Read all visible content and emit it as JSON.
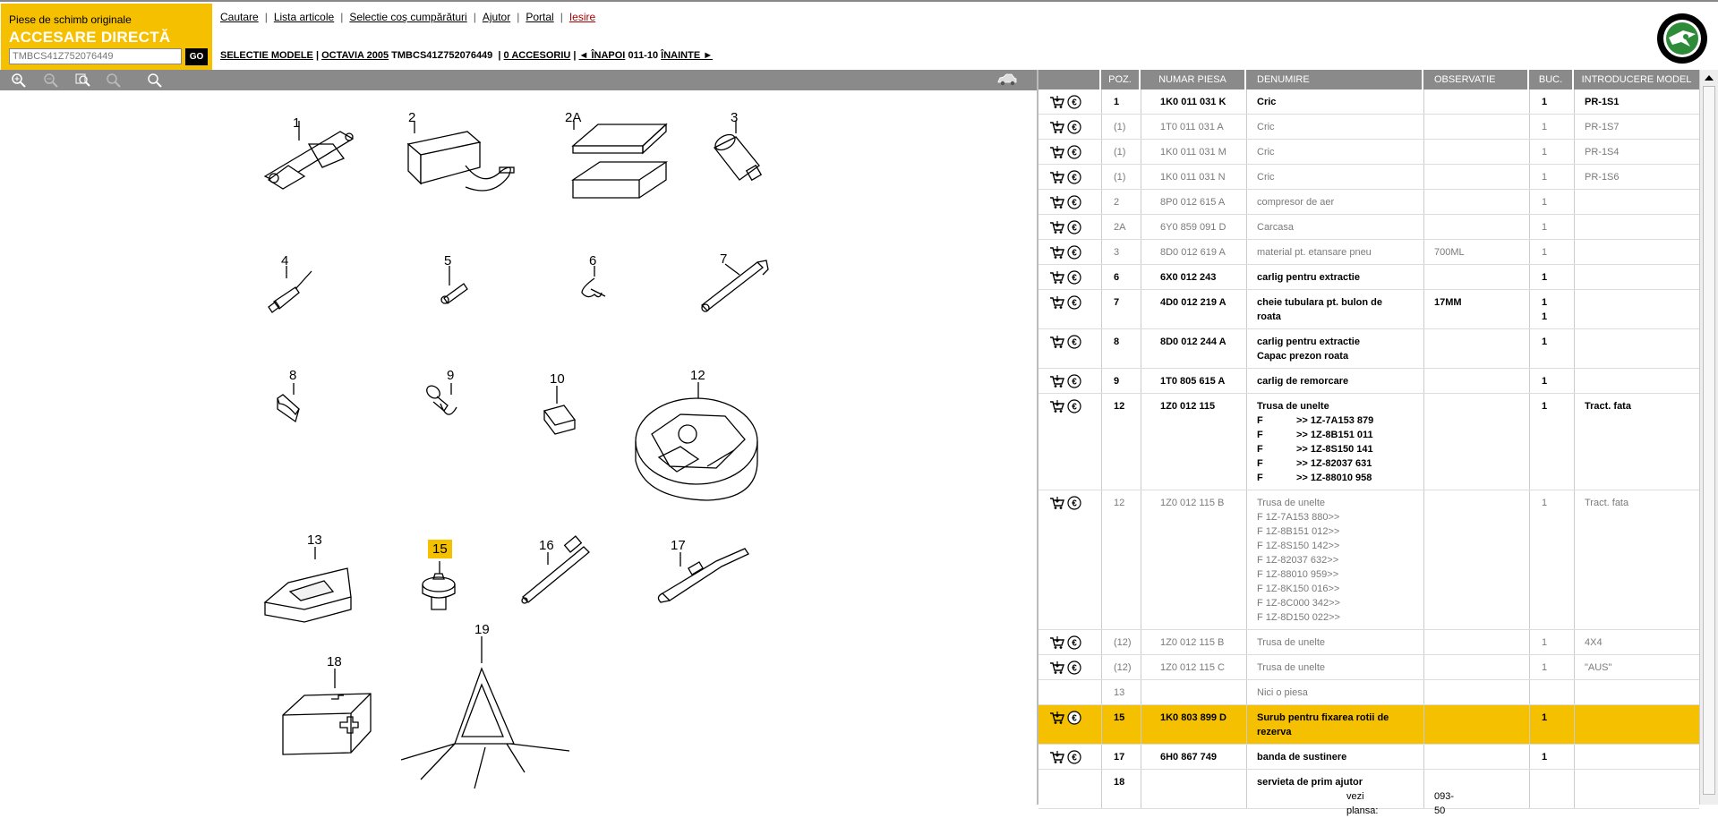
{
  "brand": {
    "title": "Piese de schimb originale",
    "subtitle": "ACCESARE DIRECTĂ",
    "vin_value": "TMBCS41Z752076449",
    "go_label": "GO"
  },
  "topnav": {
    "items": [
      "Cautare",
      "Lista articole",
      "Selectie coş cumpărături",
      "Ajutor",
      "Portal"
    ],
    "exit": "Iesire"
  },
  "crumbs": {
    "models": "SELECTIE MODELE",
    "model": "OCTAVIA 2005",
    "vin": "TMBCS41Z752076449",
    "accessories": "0 ACCESORIU",
    "back": "◄ ÎNAPOI",
    "page": "011-10",
    "forward": "ÎNAINTE ►"
  },
  "drawing": {
    "labels": [
      "1",
      "2",
      "2A",
      "3",
      "4",
      "5",
      "6",
      "7",
      "8",
      "9",
      "10",
      "12",
      "13",
      "15",
      "16",
      "17",
      "18",
      "19"
    ],
    "highlighted": "15"
  },
  "parts": {
    "columns": [
      "POZ.",
      "NUMAR PIESA",
      "DENUMIRE",
      "OBSERVATIE",
      "BUC.",
      "INTRODUCERE MODEL"
    ],
    "rows": [
      {
        "poz": "1",
        "num": "1K0 011 031 K",
        "den": "Cric",
        "obs": "",
        "buc": "1",
        "intr": "PR-1S1",
        "style": "bold"
      },
      {
        "poz": "(1)",
        "num": "1T0 011 031 A",
        "den": "Cric",
        "obs": "",
        "buc": "1",
        "intr": "PR-1S7",
        "style": "grey"
      },
      {
        "poz": "(1)",
        "num": "1K0 011 031 M",
        "den": "Cric",
        "obs": "",
        "buc": "1",
        "intr": "PR-1S4",
        "style": "grey"
      },
      {
        "poz": "(1)",
        "num": "1K0 011 031 N",
        "den": "Cric",
        "obs": "",
        "buc": "1",
        "intr": "PR-1S6",
        "style": "grey"
      },
      {
        "poz": "2",
        "num": "8P0 012 615 A",
        "den": "compresor de aer",
        "obs": "",
        "buc": "1",
        "intr": "",
        "style": "grey"
      },
      {
        "poz": "2A",
        "num": "6Y0 859 091 D",
        "den": "Carcasa",
        "obs": "",
        "buc": "1",
        "intr": "",
        "style": "grey"
      },
      {
        "poz": "3",
        "num": "8D0 012 619 A",
        "den": "material pt. etansare pneu",
        "obs": "700ML",
        "buc": "1",
        "intr": "",
        "style": "grey"
      },
      {
        "poz": "6",
        "num": "6X0 012 243",
        "den": "carlig pentru extractie",
        "obs": "",
        "buc": "1",
        "intr": "",
        "style": "bold"
      },
      {
        "poz": "7",
        "num": "4D0 012 219 A",
        "den": "cheie tubulara pt. bulon de roata",
        "obs": "17MM",
        "buc": "1",
        "buc2": "1",
        "intr": "",
        "style": "bold"
      },
      {
        "poz": "8",
        "num": "8D0 012 244 A",
        "den": "carlig pentru extractie",
        "den2": "Capac prezon roata",
        "obs": "",
        "buc": "1",
        "intr": "",
        "style": "bold"
      },
      {
        "poz": "9",
        "num": "1T0 805 615 A",
        "den": "carlig de remorcare",
        "obs": "",
        "buc": "1",
        "intr": "",
        "style": "bold"
      },
      {
        "poz": "12",
        "num": "1Z0 012 115",
        "den": "Trusa de unelte",
        "obs": "",
        "buc": "1",
        "intr": "Tract. fata",
        "style": "bold",
        "sub": [
          {
            "k": "F",
            "v": ">> 1Z-7A153 879"
          },
          {
            "k": "F",
            "v": ">> 1Z-8B151 011"
          },
          {
            "k": "F",
            "v": ">> 1Z-8S150 141"
          },
          {
            "k": "F",
            "v": ">> 1Z-82037 631"
          },
          {
            "k": "F",
            "v": ">> 1Z-88010 958"
          }
        ]
      },
      {
        "poz": "12",
        "num": "1Z0 012 115 B",
        "den": "Trusa de unelte",
        "obs": "",
        "buc": "1",
        "intr": "Tract. fata",
        "style": "grey",
        "sub2": [
          "F 1Z-7A153 880>>",
          "F 1Z-8B151 012>>",
          "F 1Z-8S150 142>>",
          "F 1Z-82037 632>>",
          "F 1Z-88010 959>>",
          "F 1Z-8K150 016>>",
          "F 1Z-8C000 342>>",
          "F 1Z-8D150 022>>"
        ]
      },
      {
        "poz": "(12)",
        "num": "1Z0 012 115 B",
        "den": "Trusa de unelte",
        "obs": "",
        "buc": "1",
        "intr": "4X4",
        "style": "grey"
      },
      {
        "poz": "(12)",
        "num": "1Z0 012 115 C",
        "den": "Trusa de unelte",
        "obs": "",
        "buc": "1",
        "intr": "\"AUS\"",
        "style": "grey"
      },
      {
        "poz": "13",
        "num": "",
        "den": "Nici o piesa",
        "obs": "",
        "buc": "",
        "intr": "",
        "style": "grey",
        "noicons": true
      },
      {
        "poz": "15",
        "num": "1K0 803 899 D",
        "den": "Surub pentru fixarea rotii de rezerva",
        "obs": "",
        "buc": "1",
        "intr": "",
        "style": "bold sel"
      },
      {
        "poz": "17",
        "num": "6H0 867 749",
        "den": "banda de sustinere",
        "obs": "",
        "buc": "1",
        "intr": "",
        "style": "bold"
      },
      {
        "poz": "18",
        "num": "",
        "den": "servieta de prim ajutor",
        "den_note_label": "vezi plansa:",
        "den_note_value": "093-50",
        "obs": "",
        "buc": "",
        "intr": "",
        "style": "bold",
        "noicons": true
      }
    ]
  },
  "colors": {
    "accent": "#f5c000",
    "toolbar": "#8a8a8a",
    "exit_link": "#aa0000"
  },
  "icons": [
    "zoom-in-icon",
    "zoom-out-icon",
    "zoom-fit-icon",
    "zoom-100-icon",
    "magnify-icon",
    "car-icon",
    "add-to-cart-icon",
    "price-icon",
    "skoda-logo"
  ]
}
